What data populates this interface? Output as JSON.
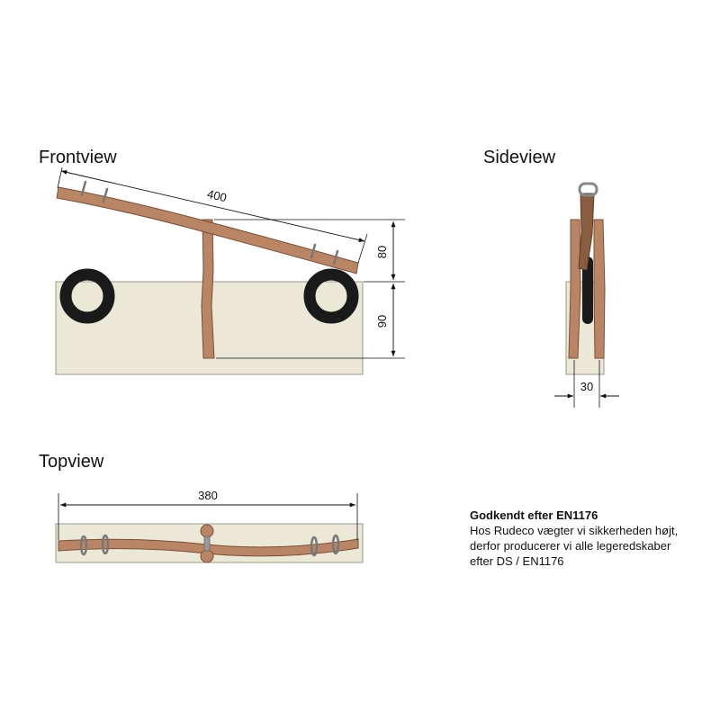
{
  "views": {
    "front": "Frontview",
    "side": "Sideview",
    "top": "Topview"
  },
  "dimensions": {
    "front_length": "400",
    "front_height_upper": "80",
    "front_height_lower": "90",
    "side_width": "30",
    "top_length": "380"
  },
  "certification": {
    "heading": "Godkendt efter EN1176",
    "line1": "Hos Rudeco vægter vi sikkerheden højt,",
    "line2": "derfor producerer vi alle legeredskaber",
    "line3": "efter DS / EN1176"
  },
  "colors": {
    "wood": "#b98565",
    "wood_dark": "#8a5c40",
    "base": "#ebe8d8",
    "tire": "#1a1a1a",
    "line": "#111111"
  }
}
